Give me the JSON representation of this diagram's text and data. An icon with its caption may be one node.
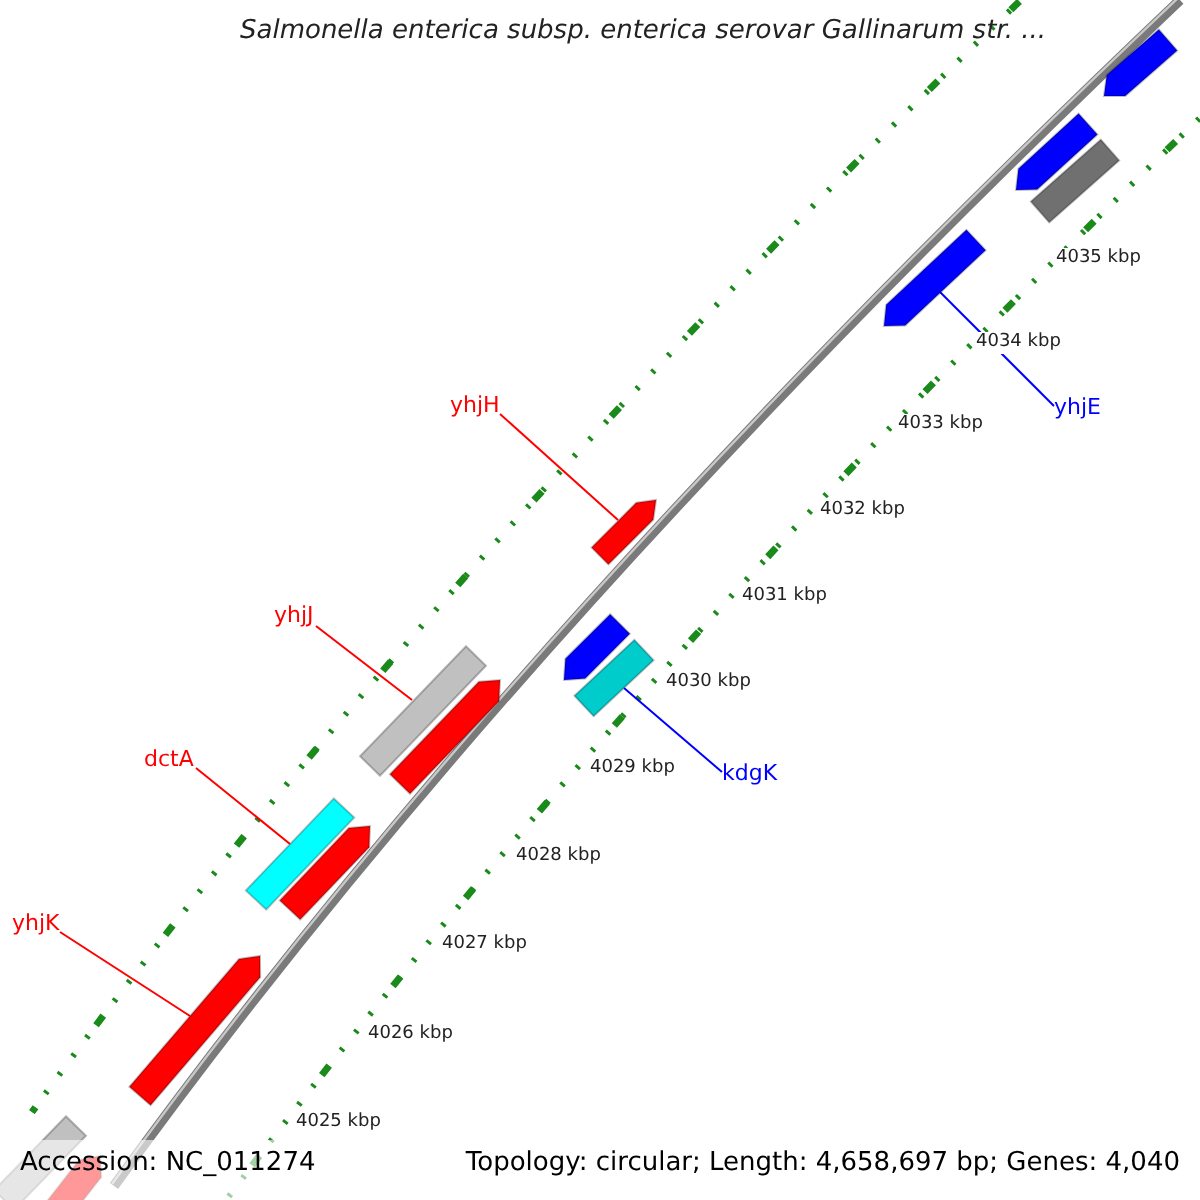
{
  "diagram": {
    "title": "Salmonella enterica subsp. enterica serovar Gallinarum str. ...",
    "nodes": [
      {
        "text": [
          "yhjH"
        ]
      },
      {
        "text": [
          "yhjE"
        ]
      },
      {
        "text": [
          "yhjJ"
        ]
      },
      {
        "text": [
          "dctA"
        ]
      },
      {
        "text": [
          "kdgK"
        ]
      },
      {
        "text": [
          "yhjK"
        ]
      },
      {
        "text": [],
        "shape": "arrow"
      },
      {
        "text": [],
        "shape": "arrow"
      },
      {
        "text": [],
        "shape": "bar"
      },
      {
        "text": [],
        "shape": "bar"
      },
      {
        "text": [],
        "shape": "bar"
      },
      {
        "text": [],
        "shape": "arrow"
      },
      {
        "text": [],
        "shape": "arrow"
      },
      {
        "text": [],
        "shape": "arrow"
      },
      {
        "text": [],
        "shape": "arrow"
      },
      {
        "text": [],
        "shape": "arrow"
      },
      {
        "text": [],
        "shape": "bar"
      },
      {
        "text": [],
        "shape": "arrow"
      },
      {
        "text": [],
        "shape": "bar"
      },
      {
        "text": [],
        "shape": "arrow"
      }
    ],
    "edges": [
      {
        "from": 0,
        "to": 6,
        "arrow": "none"
      },
      {
        "from": 1,
        "to": 7,
        "arrow": "none",
        "color": "#0000ff"
      },
      {
        "from": 2,
        "to": 8,
        "arrow": "none"
      },
      {
        "from": 3,
        "to": 9,
        "arrow": "none"
      },
      {
        "from": 4,
        "to": 10,
        "arrow": "none",
        "color": "#0000ff"
      },
      {
        "from": 5,
        "to": 11,
        "arrow": "none"
      }
    ],
    "labels": [
      "4035 kbp",
      "4034 kbp",
      "4033 kbp",
      "4032 kbp",
      "4031 kbp",
      "4030 kbp",
      "4029 kbp",
      "4028 kbp",
      "4027 kbp",
      "4026 kbp",
      "4025 kbp",
      "Accession: NC_011274",
      "Topology: circular; Length: 4,658,697 bp; Genes: 4,040"
    ]
  }
}
